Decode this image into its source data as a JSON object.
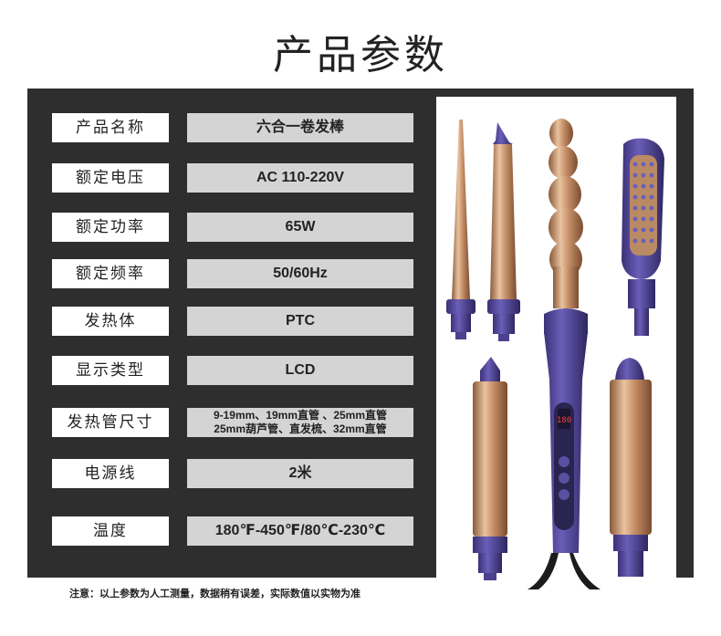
{
  "title": "产品参数",
  "specs": [
    {
      "label": "产品名称",
      "value": "六合一卷发棒"
    },
    {
      "label": "额定电压",
      "value": "AC 110-220V"
    },
    {
      "label": "额定功率",
      "value": "65W"
    },
    {
      "label": "额定频率",
      "value": "50/60Hz"
    },
    {
      "label": "发热体",
      "value": "PTC"
    },
    {
      "label": "显示类型",
      "value": "LCD"
    },
    {
      "label": "发热管尺寸",
      "value_line1": "9-19mm、19mm直管 、25mm直管",
      "value_line2": "25mm葫芦管、直发梳、32mm直管"
    },
    {
      "label": "电源线",
      "value": "2米"
    },
    {
      "label": "温度",
      "value": "180℉-450℉/80℃-230℃"
    }
  ],
  "display_reading": "180",
  "note": "注意：以上参数为人工测量，数据稍有误差，实际数值以实物为准",
  "colors": {
    "panel": "#2e2e2e",
    "gold": "#c9956a",
    "purple": "#5b4fa0"
  }
}
